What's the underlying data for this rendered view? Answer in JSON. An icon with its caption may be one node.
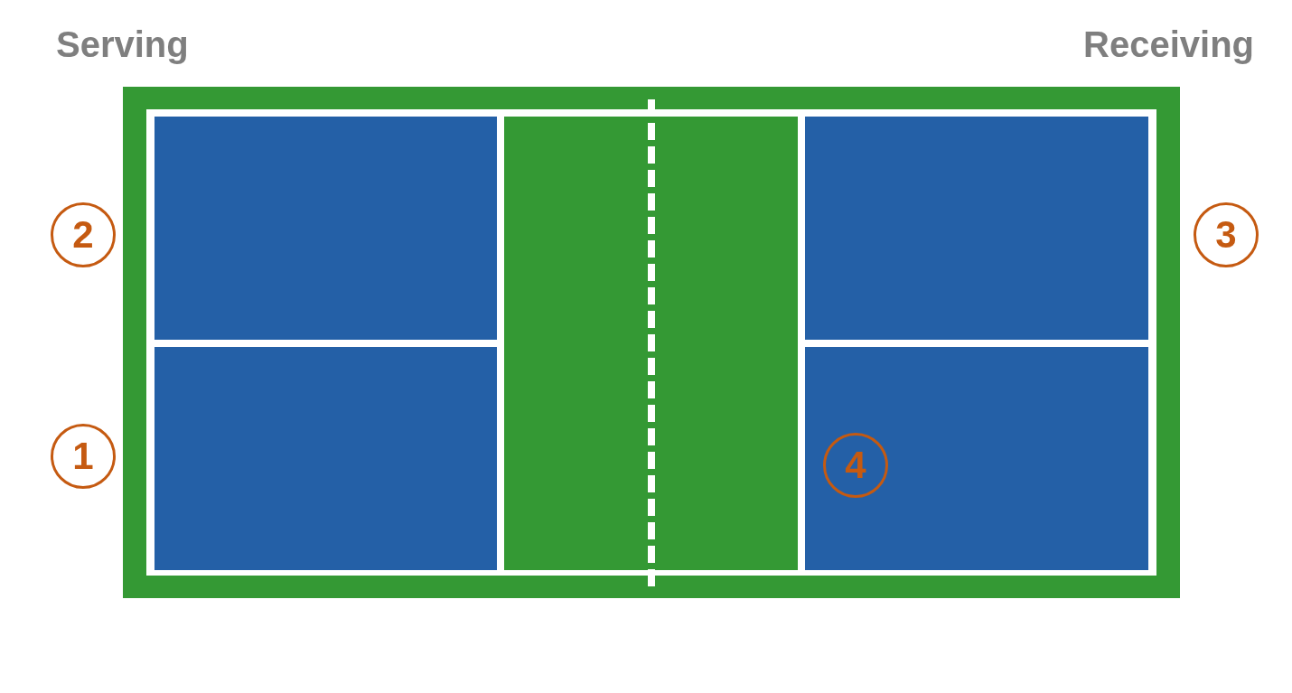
{
  "diagram": {
    "nodes": [
      {
        "text": [
          "2"
        ]
      },
      {
        "text": [
          "3"
        ]
      },
      {
        "text": [
          "1"
        ]
      },
      {
        "text": [
          "4"
        ]
      }
    ],
    "labels": [
      "Serving",
      "Receiving"
    ]
  }
}
